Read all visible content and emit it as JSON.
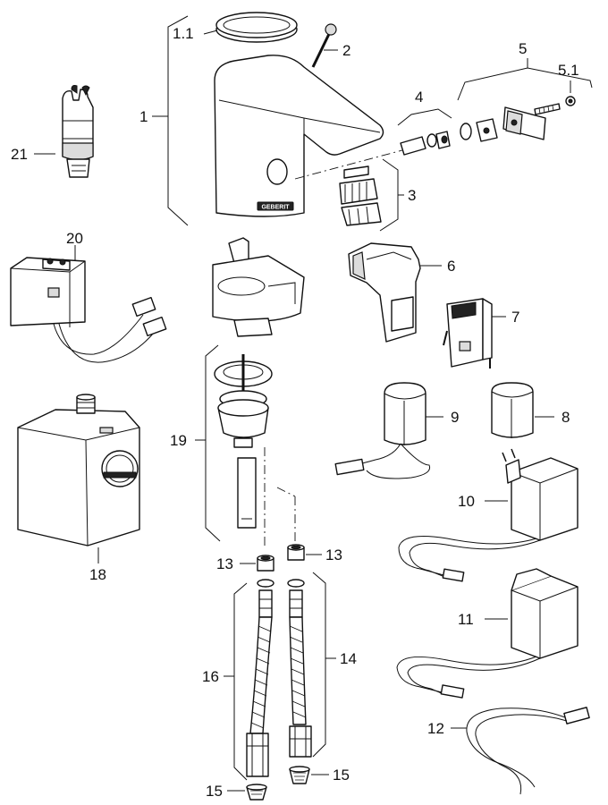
{
  "brand": "GEBERIT",
  "labels": {
    "p1": "1",
    "p1_1": "1.1",
    "p2": "2",
    "p3": "3",
    "p4": "4",
    "p5": "5",
    "p5_1": "5.1",
    "p6": "6",
    "p7": "7",
    "p8": "8",
    "p9": "9",
    "p10": "10",
    "p11": "11",
    "p12": "12",
    "p13a": "13",
    "p13b": "13",
    "p14": "14",
    "p15a": "15",
    "p15b": "15",
    "p16": "16",
    "p18": "18",
    "p19": "19",
    "p20": "20",
    "p21": "21"
  }
}
